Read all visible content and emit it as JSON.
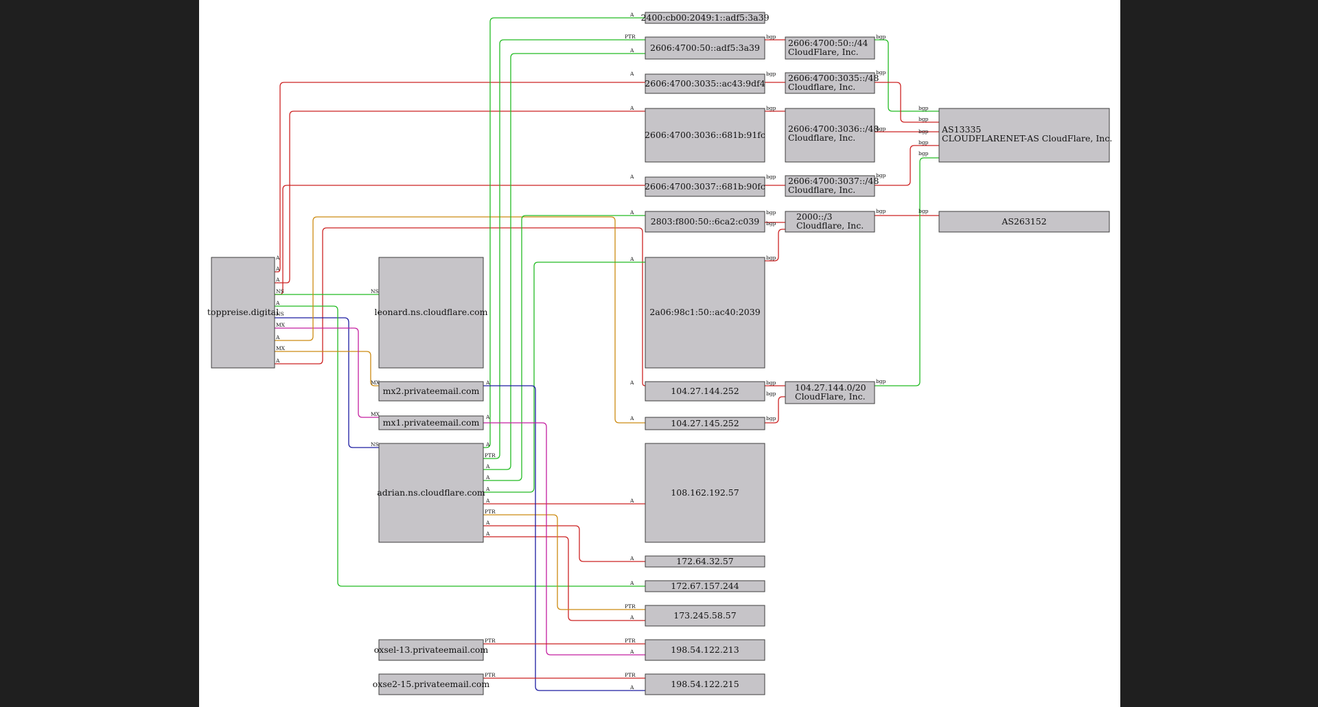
{
  "colors": {
    "A": "#cc2222",
    "A_alt": "#22bb22",
    "AAAA": "#22bb22",
    "NS": "#22bb22",
    "NS_alt": "#1a1aa0",
    "MX": "#cc8a10",
    "MX_alt": "#c41ea0",
    "PTR": "#cc2222",
    "bgp": "#cc2222",
    "bgp_alt": "#22bb22",
    "A_blue": "#1a1aa0",
    "PTR_orange": "#cc8a10"
  },
  "nodes": {
    "toppreise": "toppreise.digital",
    "leonard": "leonard.ns.cloudflare.com",
    "mx2": "mx2.privateemail.com",
    "mx1": "mx1.privateemail.com",
    "adrian": "adrian.ns.cloudflare.com",
    "oxsel": "oxsel-13.privateemail.com",
    "oxse2": "oxse2-15.privateemail.com",
    "ip6_2400": "2400:cb00:2049:1::adf5:3a39",
    "ip6_2606_50": "2606:4700:50::adf5:3a39",
    "ip6_3035": "2606:4700:3035::ac43:9df4",
    "ip6_3036": "2606:4700:3036::681b:91fc",
    "ip6_3037": "2606:4700:3037::681b:90fc",
    "ip6_2803": "2803:f800:50::6ca2:c039",
    "ip6_2a06": "2a06:98c1:50::ac40:2039",
    "ip_104_144": "104.27.144.252",
    "ip_104_145": "104.27.145.252",
    "ip_108": "108.162.192.57",
    "ip_172_64": "172.64.32.57",
    "ip_172_67": "172.67.157.244",
    "ip_173": "173.245.58.57",
    "ip_198_213": "198.54.122.213",
    "ip_198_215": "198.54.122.215",
    "pfx_50_1": "2606:4700:50::/44",
    "pfx_50_2": "CloudFlare, Inc.",
    "pfx_3035_1": "2606:4700:3035::/48",
    "pfx_3035_2": "Cloudflare, Inc.",
    "pfx_3036_1": "2606:4700:3036::/48",
    "pfx_3036_2": "Cloudflare, Inc.",
    "pfx_3037_1": "2606:4700:3037::/48",
    "pfx_3037_2": "Cloudflare, Inc.",
    "pfx_2000_1": "2000::/3",
    "pfx_2000_2": "Cloudflare, Inc.",
    "pfx_104_1": "104.27.144.0/20",
    "pfx_104_2": "CloudFlare, Inc.",
    "as13335_1": "AS13335",
    "as13335_2": "CLOUDFLARENET-AS CloudFlare, Inc.",
    "as263152": "AS263152"
  },
  "labels": {
    "A": "A",
    "NS": "NS",
    "MX": "MX",
    "PTR": "PTR",
    "bgp": "bgp"
  }
}
